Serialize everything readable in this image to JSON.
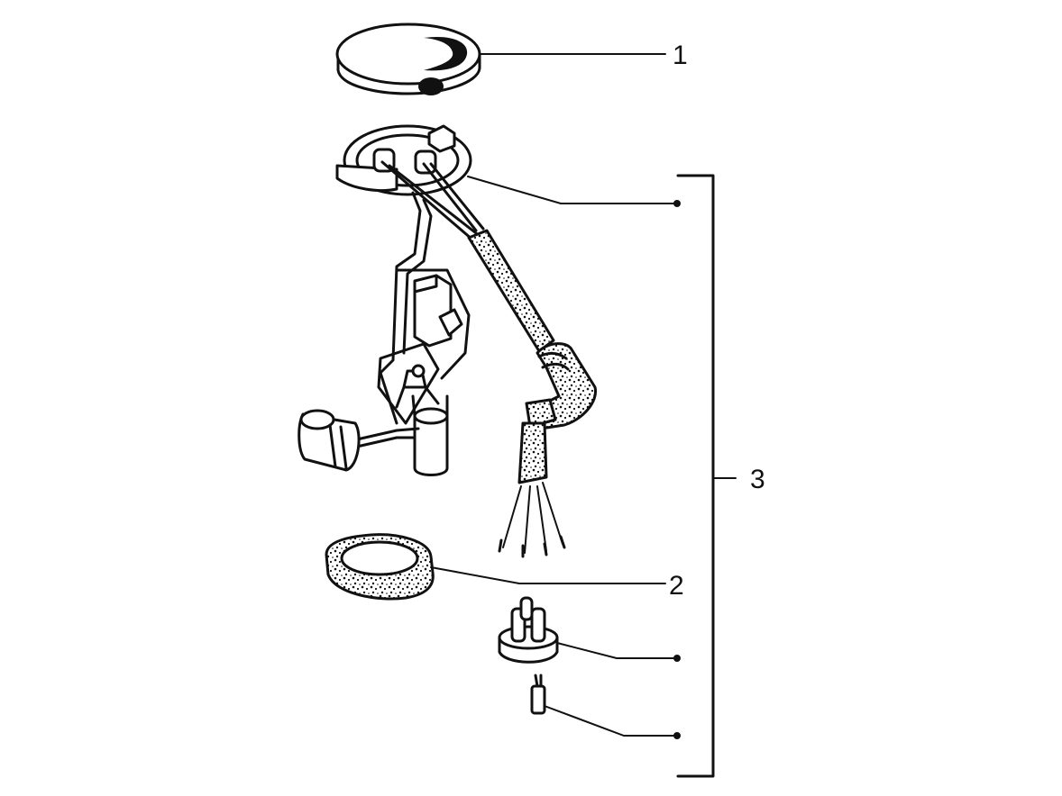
{
  "callouts": {
    "cap": "1",
    "gasket": "2",
    "assembly": "3"
  },
  "colors": {
    "ink": "#111111",
    "background": "#ffffff"
  }
}
